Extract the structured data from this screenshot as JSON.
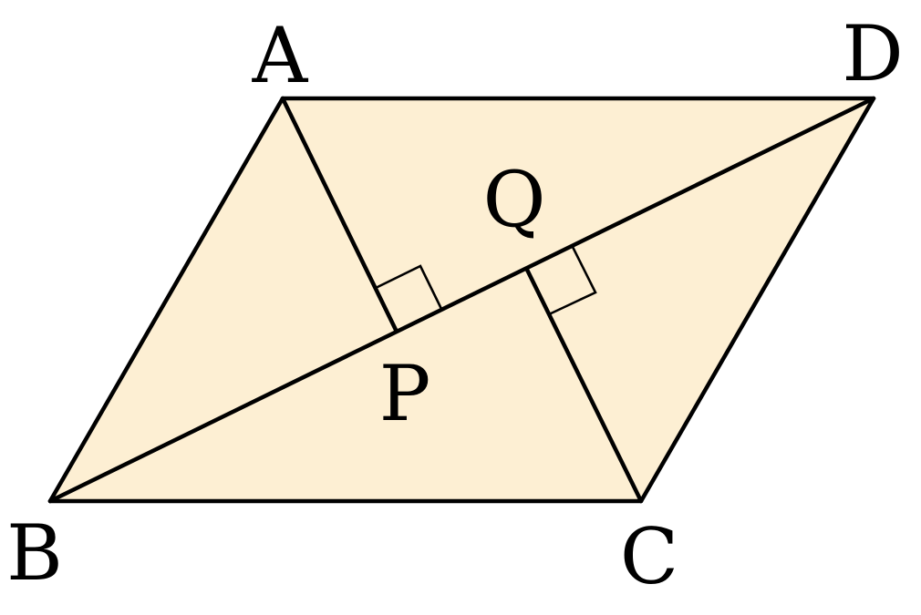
{
  "figure": {
    "fill_color": "#fdefd3",
    "stroke_color": "#000000",
    "vertices": {
      "A": "A",
      "B": "B",
      "C": "C",
      "D": "D"
    },
    "feet": {
      "P": "P",
      "Q": "Q"
    },
    "segments": [
      "AB",
      "BC",
      "CD",
      "DA",
      "BD",
      "AP",
      "CQ"
    ],
    "right_angles": [
      "APB",
      "CQD"
    ]
  }
}
